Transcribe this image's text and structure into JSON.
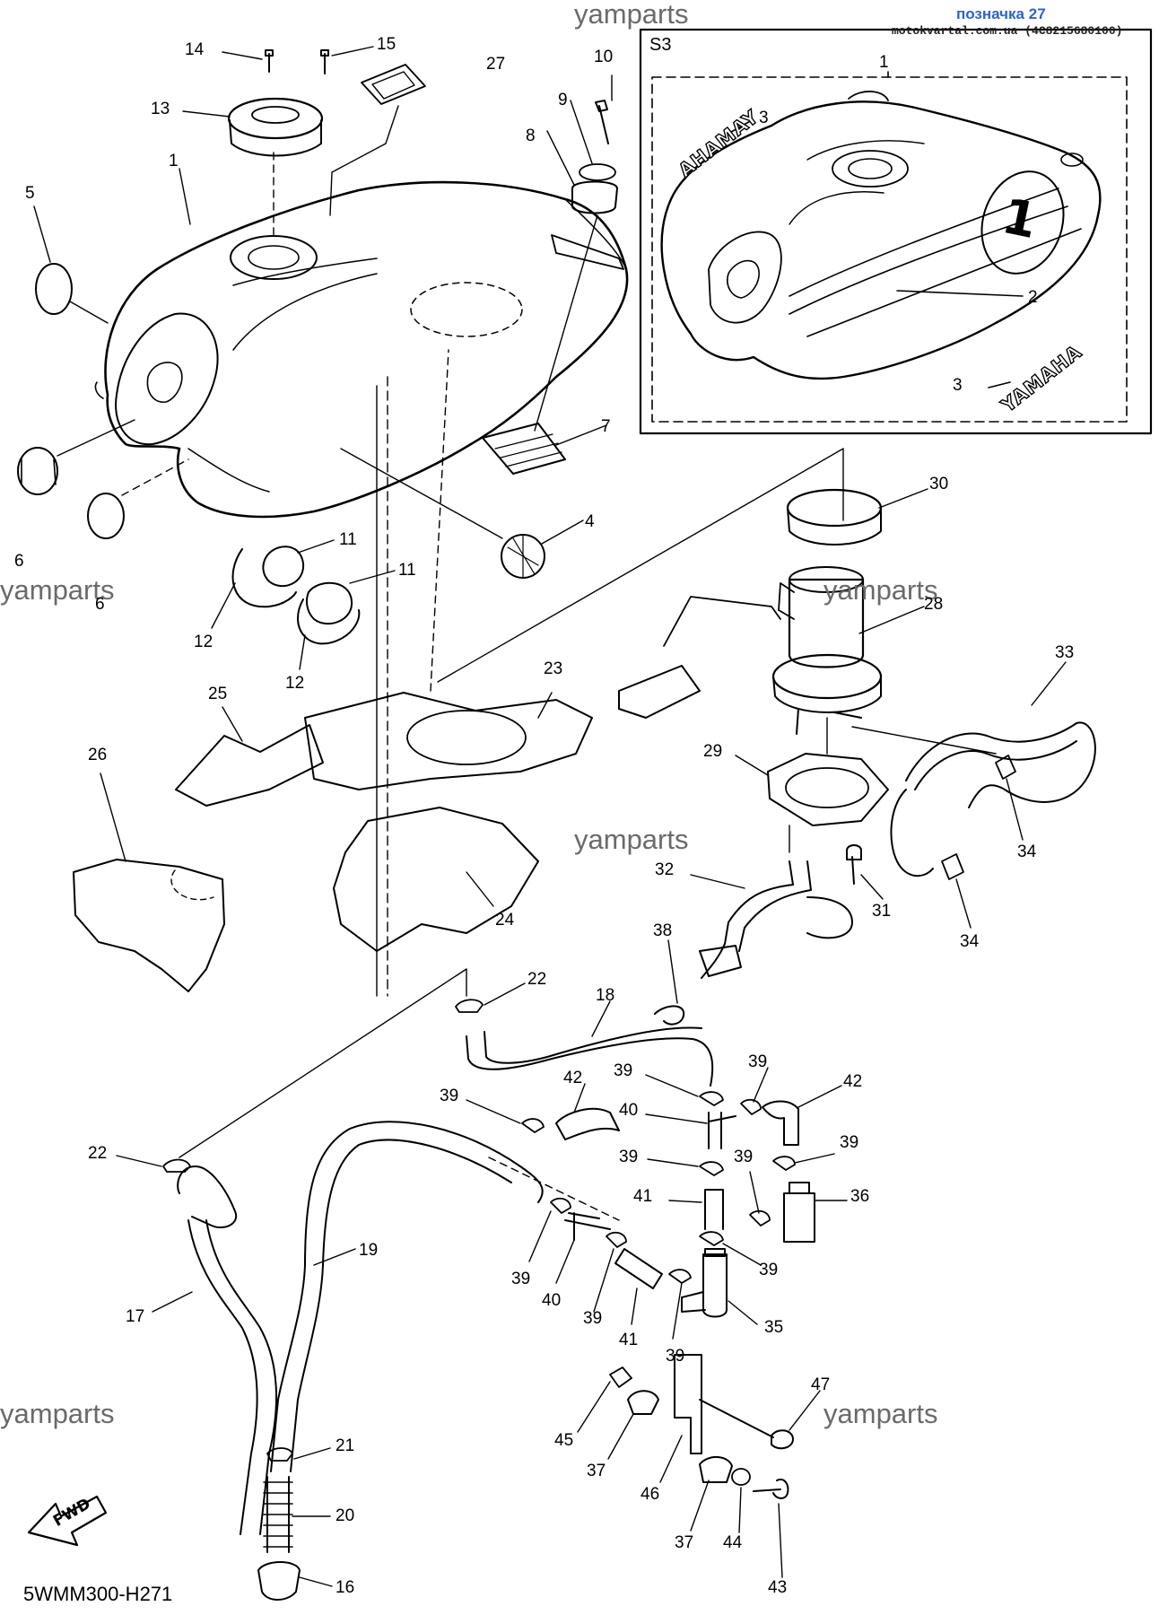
{
  "header": {
    "page_label": "позначка 27",
    "site_label": "motokvartal.com.ua (4C8215680100)"
  },
  "watermark": "yamparts",
  "diagram_code": "5WMM300-H271",
  "inset": {
    "title": "S3",
    "brand_left": "AHAMAY",
    "brand_right": "YAMAHA",
    "race_number": "1"
  },
  "fwd_label": "FWD",
  "callouts": [
    {
      "id": "c14",
      "text": "14"
    },
    {
      "id": "c15",
      "text": "15"
    },
    {
      "id": "c27",
      "text": "27"
    },
    {
      "id": "c13",
      "text": "13"
    },
    {
      "id": "c1",
      "text": "1"
    },
    {
      "id": "c5",
      "text": "5"
    },
    {
      "id": "c10",
      "text": "10"
    },
    {
      "id": "c9",
      "text": "9"
    },
    {
      "id": "c8",
      "text": "8"
    },
    {
      "id": "c7",
      "text": "7"
    },
    {
      "id": "c6a",
      "text": "6"
    },
    {
      "id": "c6b",
      "text": "6"
    },
    {
      "id": "c4",
      "text": "4"
    },
    {
      "id": "c11a",
      "text": "11"
    },
    {
      "id": "c11b",
      "text": "11"
    },
    {
      "id": "c12a",
      "text": "12"
    },
    {
      "id": "c12b",
      "text": "12"
    },
    {
      "id": "c30",
      "text": "30"
    },
    {
      "id": "c28",
      "text": "28"
    },
    {
      "id": "c23",
      "text": "23"
    },
    {
      "id": "c25",
      "text": "25"
    },
    {
      "id": "c26",
      "text": "26"
    },
    {
      "id": "c24",
      "text": "24"
    },
    {
      "id": "c33",
      "text": "33"
    },
    {
      "id": "c29",
      "text": "29"
    },
    {
      "id": "c34a",
      "text": "34"
    },
    {
      "id": "c34b",
      "text": "34"
    },
    {
      "id": "c31",
      "text": "31"
    },
    {
      "id": "c32",
      "text": "32"
    },
    {
      "id": "c38",
      "text": "38"
    },
    {
      "id": "c22a",
      "text": "22"
    },
    {
      "id": "c18",
      "text": "18"
    },
    {
      "id": "c39a",
      "text": "39"
    },
    {
      "id": "c39b",
      "text": "39"
    },
    {
      "id": "c42a",
      "text": "42"
    },
    {
      "id": "c42b",
      "text": "42"
    },
    {
      "id": "c39c",
      "text": "39"
    },
    {
      "id": "c40a",
      "text": "40"
    },
    {
      "id": "c39d",
      "text": "39"
    },
    {
      "id": "c39e",
      "text": "39"
    },
    {
      "id": "c39f",
      "text": "39"
    },
    {
      "id": "c22b",
      "text": "22"
    },
    {
      "id": "c41a",
      "text": "41"
    },
    {
      "id": "c36",
      "text": "36"
    },
    {
      "id": "c19",
      "text": "19"
    },
    {
      "id": "c39g",
      "text": "39"
    },
    {
      "id": "c40b",
      "text": "40"
    },
    {
      "id": "c39h",
      "text": "39"
    },
    {
      "id": "c17",
      "text": "17"
    },
    {
      "id": "c41b",
      "text": "41"
    },
    {
      "id": "c39i",
      "text": "39"
    },
    {
      "id": "c35",
      "text": "35"
    },
    {
      "id": "c39j",
      "text": "39"
    },
    {
      "id": "c47",
      "text": "47"
    },
    {
      "id": "c45",
      "text": "45"
    },
    {
      "id": "c37a",
      "text": "37"
    },
    {
      "id": "c46",
      "text": "46"
    },
    {
      "id": "c21",
      "text": "21"
    },
    {
      "id": "c20",
      "text": "20"
    },
    {
      "id": "c37b",
      "text": "37"
    },
    {
      "id": "c44",
      "text": "44"
    },
    {
      "id": "c43",
      "text": "43"
    },
    {
      "id": "c16",
      "text": "16"
    },
    {
      "id": "s1",
      "text": "1"
    },
    {
      "id": "s3a",
      "text": "3"
    },
    {
      "id": "s2",
      "text": "2"
    },
    {
      "id": "s3b",
      "text": "3"
    }
  ]
}
